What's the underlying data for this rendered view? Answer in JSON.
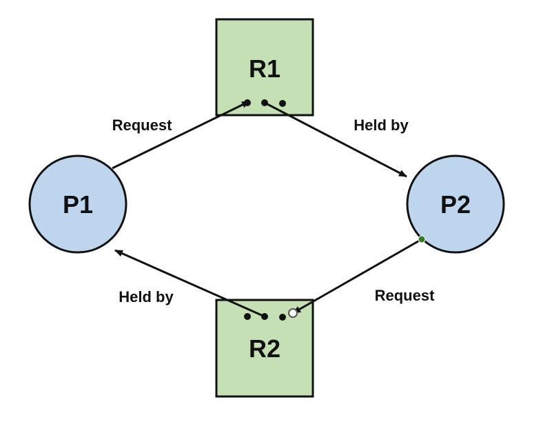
{
  "colors": {
    "process_fill": "#bdd6ee",
    "resource_fill": "#c5e0b4",
    "stroke": "#111111",
    "connection_point": "#2e7d1f",
    "hollow_point": "#ffffff"
  },
  "nodes": {
    "p1": {
      "label": "P1"
    },
    "p2": {
      "label": "P2"
    },
    "r1": {
      "label": "R1"
    },
    "r2": {
      "label": "R2"
    }
  },
  "edges": {
    "p1_to_r1": {
      "label": "Request"
    },
    "r1_to_p2": {
      "label": "Held by"
    },
    "p2_to_r2": {
      "label": "Request"
    },
    "r2_to_p1": {
      "label": "Held by"
    }
  }
}
